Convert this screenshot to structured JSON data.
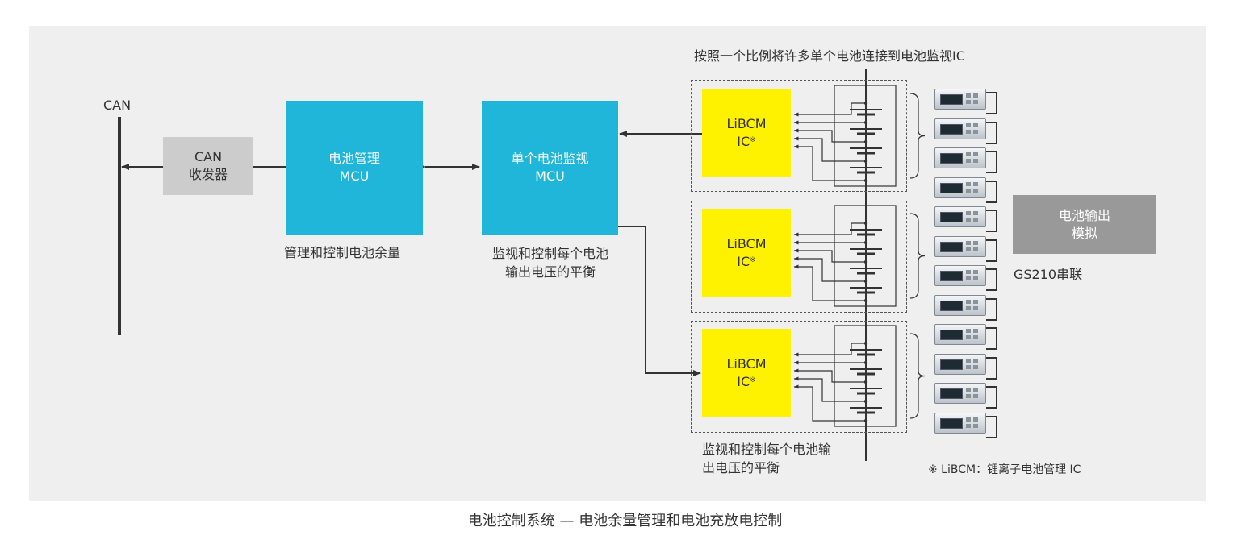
{
  "can": {
    "label": "CAN"
  },
  "transceiver": {
    "line1": "CAN",
    "line2": "收发器"
  },
  "battery_mcu": {
    "line1": "电池管理",
    "line2": "MCU",
    "caption": "管理和控制电池余量"
  },
  "cell_mcu": {
    "line1": "单个电池监视",
    "line2": "MCU",
    "caption_line1": "监视和控制每个电池",
    "caption_line2": "输出电压的平衡"
  },
  "top_note": "按照一个比例将许多单个电池连接到电池监视IC",
  "libcm": [
    {
      "line1": "LiBCM",
      "line2": "IC",
      "mark": "※"
    },
    {
      "line1": "LiBCM",
      "line2": "IC",
      "mark": "※"
    },
    {
      "line1": "LiBCM",
      "line2": "IC",
      "mark": "※"
    }
  ],
  "bottom_note": {
    "line1": "监视和控制每个电池输",
    "line2": "出电压的平衡"
  },
  "output_sim": {
    "line1": "电池输出",
    "line2": "模拟"
  },
  "gs210": "GS210串联",
  "footnote": "※ LiBCM：锂离子电池管理 IC",
  "caption": "电池控制系统 — 电池余量管理和电池充放电控制",
  "colors": {
    "panel": "#efefef",
    "mcu": "#1fb6d9",
    "libcm": "#fff200",
    "transceiver": "#cccccc",
    "output_sim": "#999999"
  }
}
